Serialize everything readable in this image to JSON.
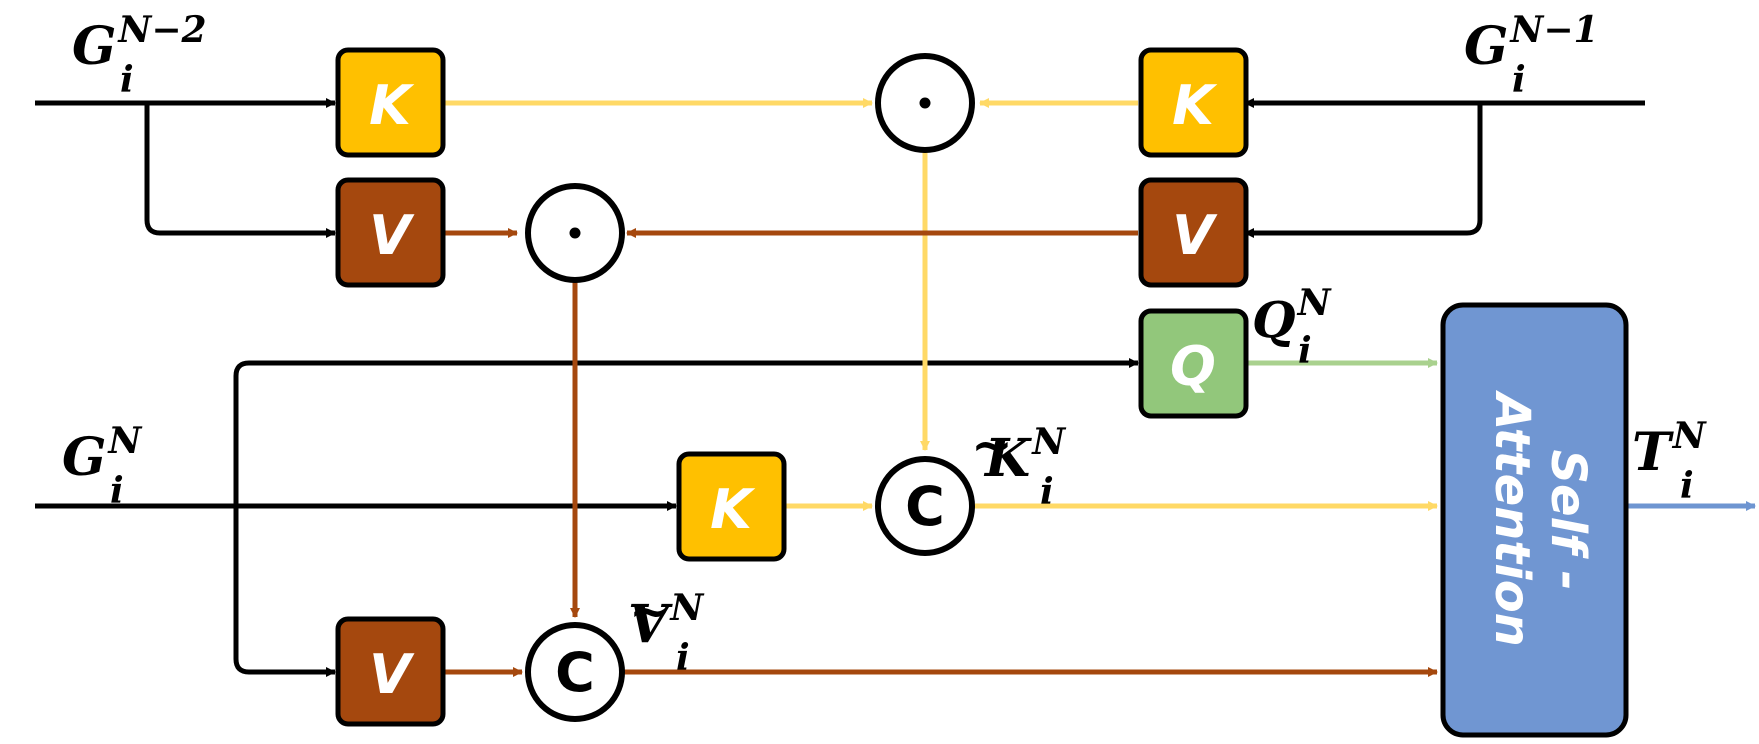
{
  "colors": {
    "black": "#000000",
    "key_yellow": "#FFC000",
    "key_line": "#FFD966",
    "value_brown": "#A5480E",
    "query_green": "#92C77B",
    "query_line": "#A9D18E",
    "attention_blue": "#7096D2",
    "output_line": "#6E95D1"
  },
  "inputs": {
    "g_n_minus_2": {
      "base": "G",
      "sub": "i",
      "sup": "N−2"
    },
    "g_n_minus_1": {
      "base": "G",
      "sub": "i",
      "sup": "N−1"
    },
    "g_n": {
      "base": "G",
      "sub": "i",
      "sup": "N"
    }
  },
  "boxes": {
    "k_left_top": "K",
    "v_left_top": "V",
    "k_right_top": "K",
    "v_right_top": "V",
    "q": "Q",
    "k_middle": "K",
    "v_bottom": "V"
  },
  "operators": {
    "dot_top": "•",
    "dot_left": "•",
    "concat_k": "C",
    "concat_v": "C"
  },
  "intermediates": {
    "q_label": {
      "base": "Q",
      "sub": "i",
      "sup": "N"
    },
    "k_tilde": {
      "base": "K",
      "sub": "i",
      "sup": "N",
      "accent": "~"
    },
    "v_tilde": {
      "base": "V",
      "sub": "i",
      "sup": "N",
      "accent": "~"
    }
  },
  "attention": {
    "line1": "Self -",
    "line2": "Attention"
  },
  "output": {
    "base": "T",
    "sub": "i",
    "sup": "N"
  }
}
